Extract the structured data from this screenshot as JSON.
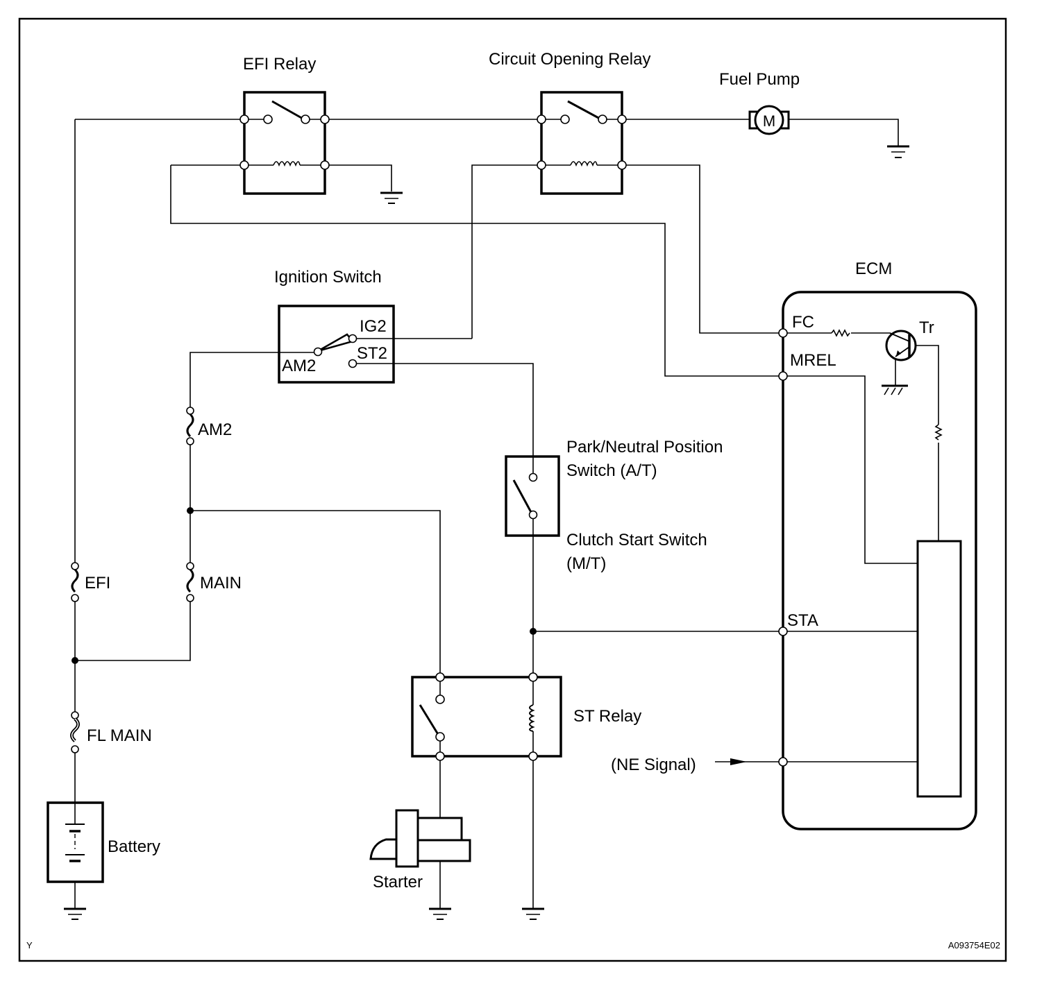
{
  "diagram": {
    "corner_left": "Y",
    "figure_id": "A093754E02",
    "components": {
      "efi_relay": "EFI Relay",
      "circuit_opening_relay": "Circuit Opening Relay",
      "fuel_pump": "Fuel Pump",
      "fuel_pump_motor": "M",
      "ignition_switch": "Ignition Switch",
      "ecm": "ECM",
      "pnp_switch_line1": "Park/Neutral Position",
      "pnp_switch_line2": "Switch (A/T)",
      "clutch_switch_line1": "Clutch Start Switch",
      "clutch_switch_line2": "(M/T)",
      "st_relay": "ST Relay",
      "ne_signal": "(NE Signal)",
      "starter": "Starter",
      "battery": "Battery"
    },
    "fuses": {
      "am2": "AM2",
      "main": "MAIN",
      "efi": "EFI",
      "fl_main": "FL MAIN"
    },
    "ignition_terminals": {
      "ig2": "IG2",
      "st2": "ST2",
      "am2": "AM2"
    },
    "ecm_terminals": {
      "fc": "FC",
      "mrel": "MREL",
      "sta": "STA",
      "tr": "Tr"
    }
  }
}
